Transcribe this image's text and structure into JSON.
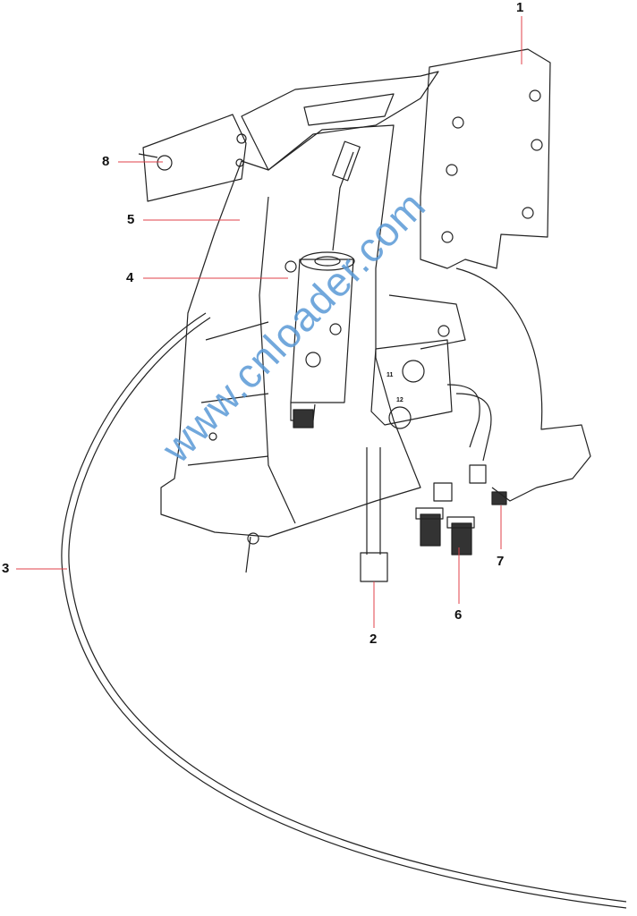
{
  "callouts": [
    {
      "id": "1",
      "text": "1"
    },
    {
      "id": "2",
      "text": "2"
    },
    {
      "id": "3",
      "text": "3"
    },
    {
      "id": "4",
      "text": "4"
    },
    {
      "id": "5",
      "text": "5"
    },
    {
      "id": "6",
      "text": "6"
    },
    {
      "id": "7",
      "text": "7"
    },
    {
      "id": "8",
      "text": "8"
    }
  ],
  "port_marks": {
    "port_11": "11",
    "port_12": "12"
  },
  "watermark": "www.cnloader.com",
  "colors": {
    "leader": "#e0404a",
    "line": "#222222",
    "watermark": "#5a9ad6"
  }
}
